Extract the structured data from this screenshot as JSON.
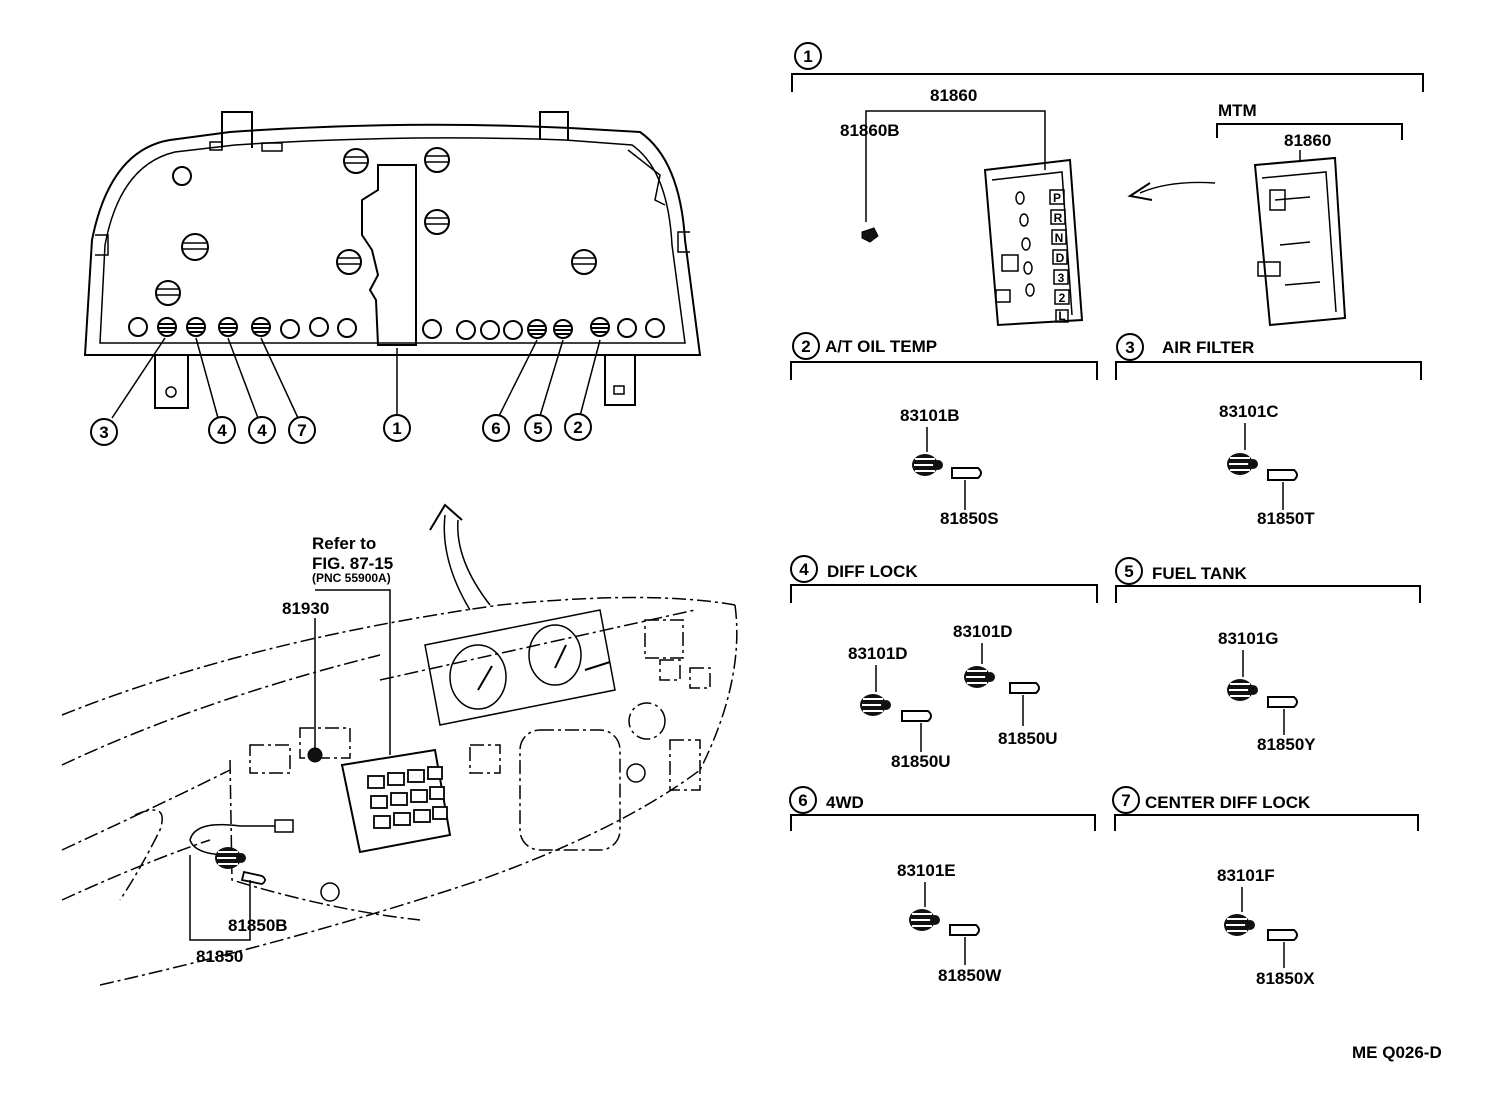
{
  "cluster_callouts": [
    "3",
    "4",
    "4",
    "7",
    "1",
    "6",
    "5",
    "2"
  ],
  "refer": {
    "line1": "Refer to",
    "line2": "FIG. 87-15",
    "line3": "(PNC 55900A)"
  },
  "dash_parts": [
    "81930",
    "81850B",
    "81850"
  ],
  "section1": {
    "num": "1",
    "part_main": "81860",
    "part_screw": "81860B",
    "variant": "MTM",
    "variant_part": "81860",
    "indicator_letters": [
      "P",
      "R",
      "N",
      "D",
      "3",
      "2",
      "L"
    ]
  },
  "sections": [
    {
      "num": "2",
      "title": "A/T OIL TEMP",
      "socket": "83101B",
      "bulb": "81850S"
    },
    {
      "num": "3",
      "title": "AIR FILTER",
      "socket": "83101C",
      "bulb": "81850T"
    },
    {
      "num": "4",
      "title": "DIFF LOCK",
      "socket": "83101D",
      "bulb": "81850U",
      "socket2": "83101D",
      "bulb2": "81850U"
    },
    {
      "num": "5",
      "title": "FUEL TANK",
      "socket": "83101G",
      "bulb": "81850Y"
    },
    {
      "num": "6",
      "title": "4WD",
      "socket": "83101E",
      "bulb": "81850W"
    },
    {
      "num": "7",
      "title": "CENTER DIFF LOCK",
      "socket": "83101F",
      "bulb": "81850X"
    }
  ],
  "footer_code": "ME  Q026-D"
}
